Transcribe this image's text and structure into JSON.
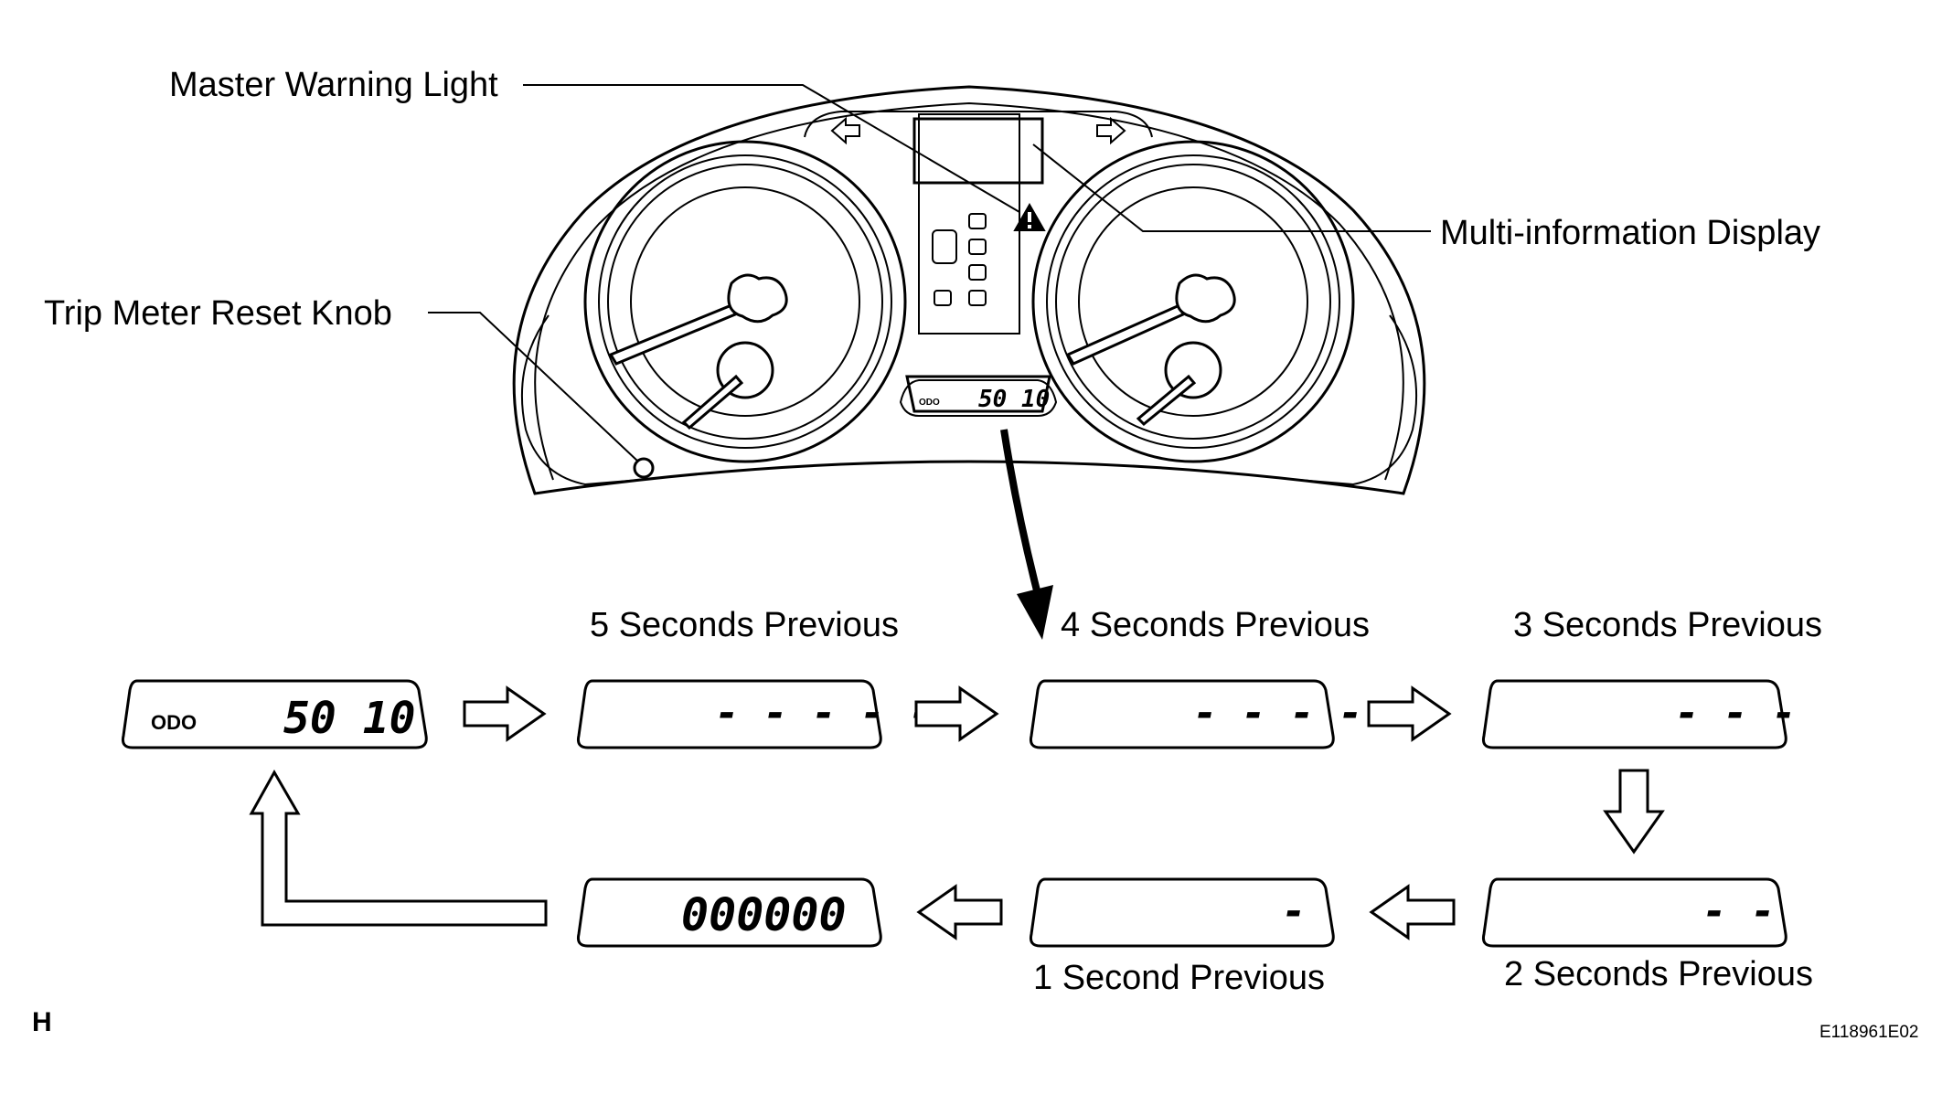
{
  "callouts": {
    "master_warning_light": "Master Warning Light",
    "multi_information_display": "Multi-information Display",
    "trip_meter_reset_knob": "Trip Meter Reset Knob"
  },
  "cluster": {
    "odo_label": "ODO",
    "odo_value": "50 10"
  },
  "sequence": {
    "start": {
      "odo_label": "ODO",
      "value": "50 10"
    },
    "steps": [
      {
        "label": "5 Seconds Previous",
        "value": "- - - - -"
      },
      {
        "label": "4 Seconds Previous",
        "value": "- - - -"
      },
      {
        "label": "3 Seconds Previous",
        "value": "- - -"
      },
      {
        "label": "2 Seconds Previous",
        "value": "- -"
      },
      {
        "label": "1 Second Previous",
        "value": "-"
      }
    ],
    "end": {
      "value": "000000"
    }
  },
  "footer": {
    "letter": "H",
    "figure_id": "E118961E02"
  }
}
